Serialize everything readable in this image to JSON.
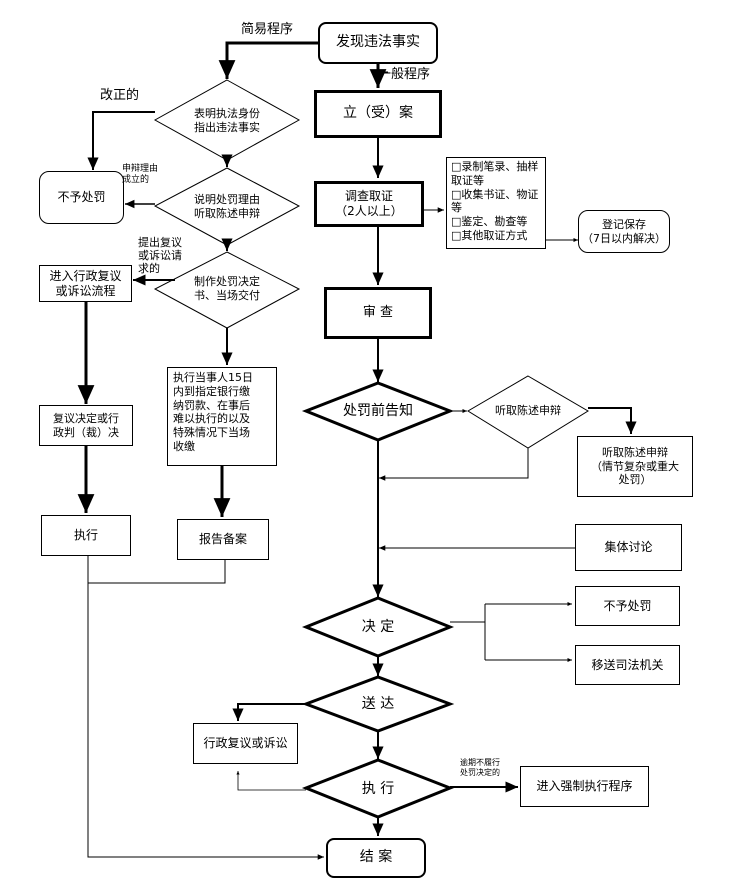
{
  "start": "发现违法事实",
  "branch_labels": {
    "simple": "简易程序",
    "general": "一般程序",
    "corrected": "改正的",
    "reason_established": "申辩理由\n成立的",
    "appeal_request": "提出复议\n或诉讼请\n求的",
    "overdue": "逾期不履行\n处罚决定的"
  },
  "simple": {
    "d1": "表明执法身份\n指出违法事实",
    "d2": "说明处罚理由\n听取陈述申辩",
    "d3": "制作处罚决定\n书、当场交付",
    "no_penalty": "不予处罚",
    "enter_review": "进入行政复议\n或诉讼流程",
    "review_decision": "复议决定或行\n政判（裁）决",
    "execute": "执行",
    "pay_text": "执行当事人15日\n内到指定银行缴\n纳罚款、在事后\n难以执行的以及\n特殊情况下当场\n收缴",
    "report": "报告备案"
  },
  "general": {
    "filing": "立（受）案",
    "investigate": "调查取证\n（2人以上）",
    "evidence_methods": [
      "□录制笔录、抽样取证等",
      "□收集书证、物证等",
      "□鉴定、勘查等",
      "□其他取证方式"
    ],
    "register": "登记保存\n（7日以内解决）",
    "review": "审 查",
    "pre_notice": "处罚前告知",
    "hear_statement": "听取陈述申辩",
    "hearing": "听取陈述申辩\n（情节复杂或重大\n处罚）",
    "collective": "集体讨论",
    "decide": "决 定",
    "no_penalty": "不予处罚",
    "transfer": "移送司法机关",
    "deliver": "送 达",
    "admin_review": "行政复议或诉讼",
    "execute": "执 行",
    "enforcement": "进入强制执行程序",
    "close": "结 案"
  }
}
